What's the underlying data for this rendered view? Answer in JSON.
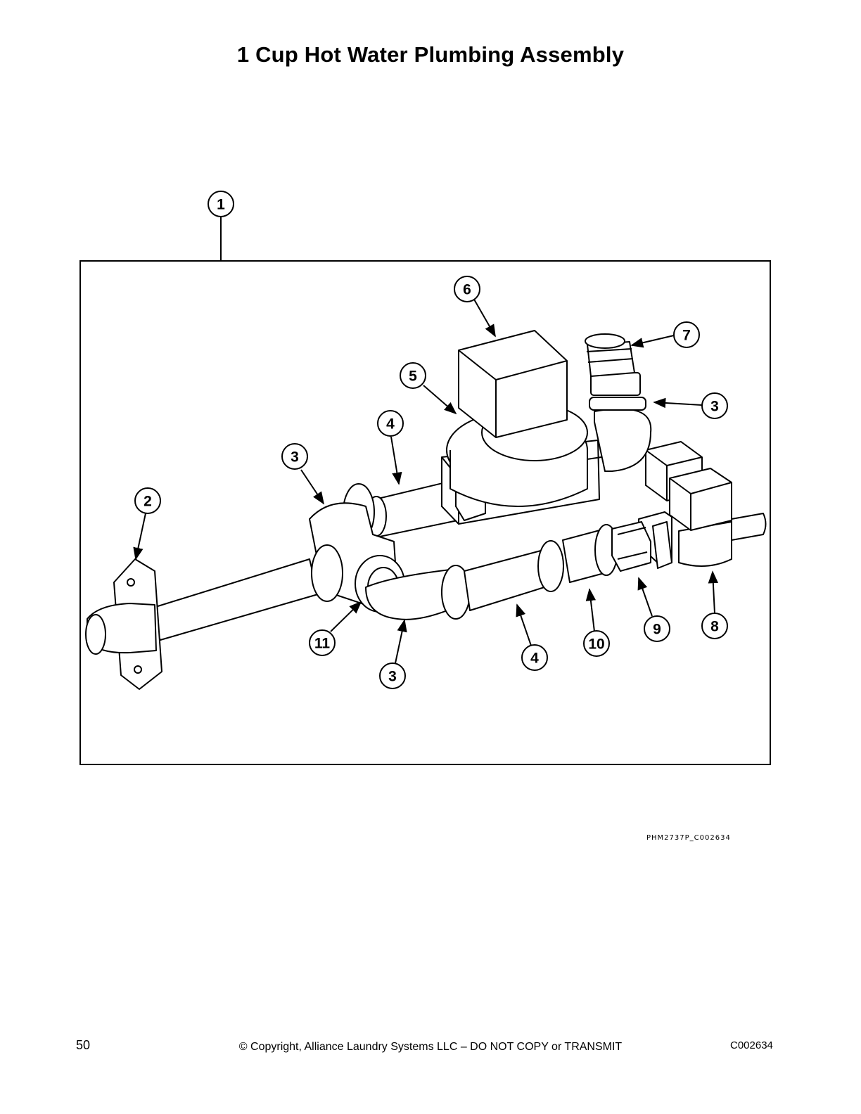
{
  "page": {
    "title": "1 Cup Hot Water Plumbing Assembly",
    "image_code": "PHM2737P_C002634",
    "page_number": "50",
    "copyright": "© Copyright, Alliance Laundry Systems LLC – DO NOT COPY or TRANSMIT",
    "doc_code": "C002634"
  },
  "callouts": [
    "1",
    "2",
    "3",
    "3",
    "3",
    "3",
    "4",
    "4",
    "5",
    "6",
    "7",
    "8",
    "9",
    "10",
    "11"
  ]
}
